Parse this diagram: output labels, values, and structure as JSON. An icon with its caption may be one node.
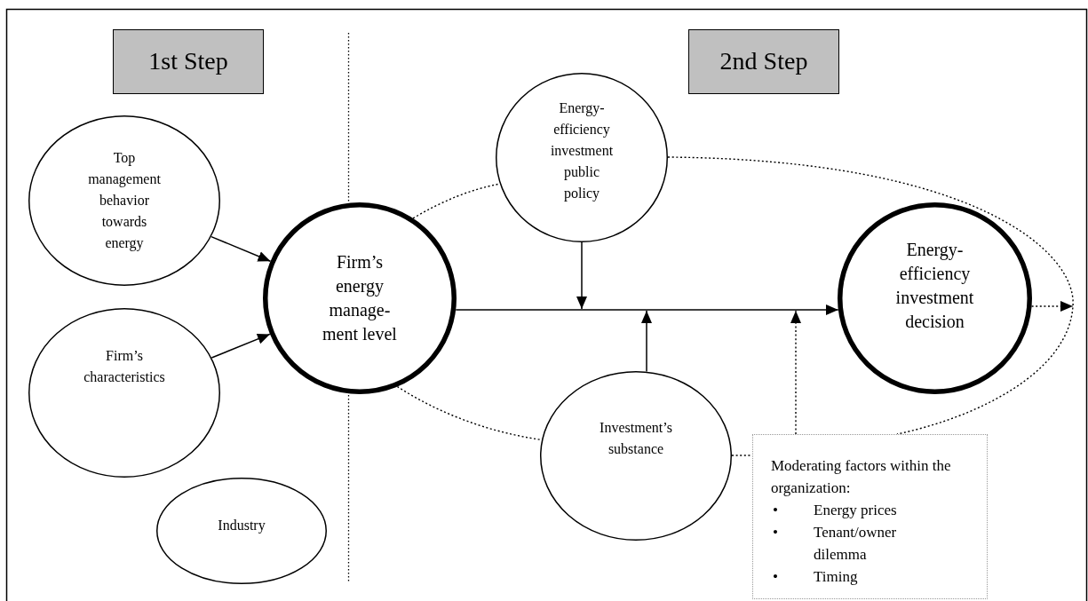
{
  "diagram": {
    "nodes": [
      {
        "text": [
          "1st Step"
        ]
      },
      {
        "text": [
          "2nd Step"
        ]
      },
      {
        "text": [
          "Top management behavior towards energy"
        ]
      },
      {
        "text": [
          "Firm’s energy manage-ment level"
        ]
      },
      {
        "text": [
          "Energy-efficiency investment public policy"
        ]
      },
      {
        "text": [
          "Firm’s characteristics"
        ]
      },
      {
        "text": [
          "Energy-efficiency investment decision"
        ]
      },
      {
        "text": [
          "Investment’s substance"
        ]
      },
      {
        "text": [
          "Moderating factors within the organization:",
          "•",
          "Energy prices",
          "•",
          "Tenant/owner dilemma",
          "•",
          "Timing"
        ]
      },
      {
        "text": [
          "Industry"
        ]
      }
    ],
    "edges": [
      {
        "from": 2,
        "to": 3,
        "arrow": "to"
      },
      {
        "from": 5,
        "to": 3,
        "arrow": "to"
      },
      {
        "from": 3,
        "to": 6,
        "arrow": "to"
      },
      {
        "from": 4,
        "to": null,
        "arrow": "to"
      },
      {
        "from": 7,
        "to": null,
        "arrow": "to"
      },
      {
        "from": 8,
        "to": null,
        "arrow": "to",
        "style": "dashed"
      },
      {
        "from": 6,
        "to": null,
        "arrow": "to",
        "style": "dashed"
      },
      {
        "from": 3,
        "to": 4,
        "arrow": "none",
        "style": "dashed"
      },
      {
        "from": 4,
        "to": 8,
        "arrow": "none",
        "style": "dashed"
      },
      {
        "from": 3,
        "to": 7,
        "arrow": "none",
        "style": "dashed"
      },
      {
        "from": 7,
        "to": 8,
        "arrow": "none",
        "style": "dashed"
      }
    ]
  }
}
